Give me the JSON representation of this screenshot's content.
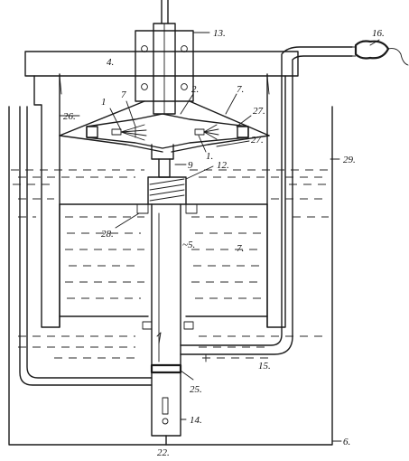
{
  "labels": {
    "l13": "13.",
    "l16": "16.",
    "l4": "4.",
    "l26": "26.",
    "l1a": "1",
    "l7a": "7",
    "l2": "2.",
    "l7b": "7.",
    "l27a": "27.",
    "l27b": "27.",
    "l1b": "1.",
    "l9": "9",
    "l12": "12.",
    "l29": "29.",
    "l28": "28.",
    "l5": "~5.",
    "l7c": "7.",
    "l15": "15.",
    "l25": "25.",
    "l14": "14.",
    "l22": "22.",
    "l6": "6."
  },
  "colors": {
    "ink": "#1a1a1a",
    "paper": "#ffffff"
  }
}
